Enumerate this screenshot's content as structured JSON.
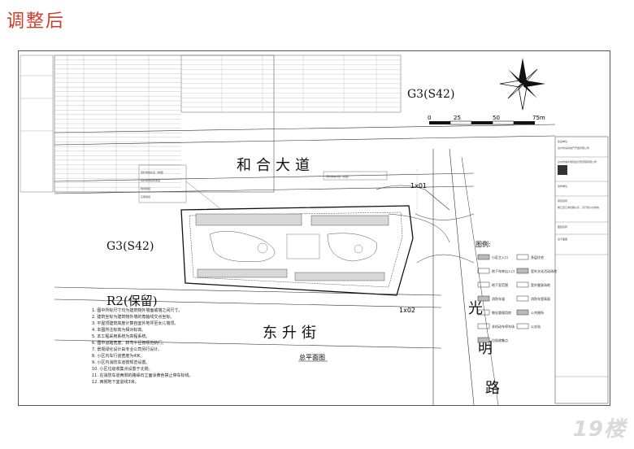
{
  "header": {
    "title": "调整后"
  },
  "roads": {
    "north": "和合大道",
    "east": [
      "光",
      "明",
      "路"
    ],
    "south": "东升街",
    "highway_top": "G3(S42)",
    "highway_left": "G3(S42)",
    "reserved": "R2(保留)"
  },
  "scale": {
    "ticks": [
      "0",
      "25",
      "50",
      "75m"
    ]
  },
  "plan": {
    "title": "总平面图",
    "label_top": "1x01",
    "label_right": "1x02",
    "annotations": [
      "现状通信管道（地埋）",
      "现状热线检修通道",
      "规划绿道",
      "东侧通道"
    ]
  },
  "legend": {
    "title": "图例:",
    "items": [
      "小区主入口",
      "多层住宅",
      "地下车库出入口",
      "室外文化活动场地",
      "地下室范围",
      "室外健身场地",
      "消防车道",
      "消防车登高面",
      "物业管理用房",
      "公共厕所",
      "非机动车停车场",
      "公交站",
      "垃圾收集点"
    ]
  },
  "notes": [
    "1. 图中所标尺寸均为建筑物外墙面或墙之间尺寸。",
    "2. 建筑坐标为建筑物外墙的角轴线交点坐标。",
    "3. 平屋顶建筑高度计算自室外地坪至女儿墙顶。",
    "4. 本图所注标高为相对标高。",
    "5. 本工程采用系统为高程系统。",
    "6. 图中道路宽度、转弯半径按规范执行。",
    "7. 景观绿化设计由专业公司另行设计。",
    "8. 小区内车行道宽度为4米。",
    "9. 小区内消防车道按规范设置。",
    "10. 小区垃圾收集点设置于北侧。",
    "11. 在消防车道两侧的路缘石立面涂黄色禁止停车标线。",
    "12. 西侧地下室退线3米。"
  ],
  "title_block": {
    "client_label": "建设单位",
    "client": "台州市某房地产开发有限公司",
    "designer": "台州市城乡规划设计研究院有限公司",
    "cooperation": "合作单位",
    "project_label": "项目名称",
    "project": "椒江区江城北路以东、东升街以北地块",
    "drawing_label": "图纸名称",
    "drawing": "总平面图"
  },
  "watermark": "19楼"
}
